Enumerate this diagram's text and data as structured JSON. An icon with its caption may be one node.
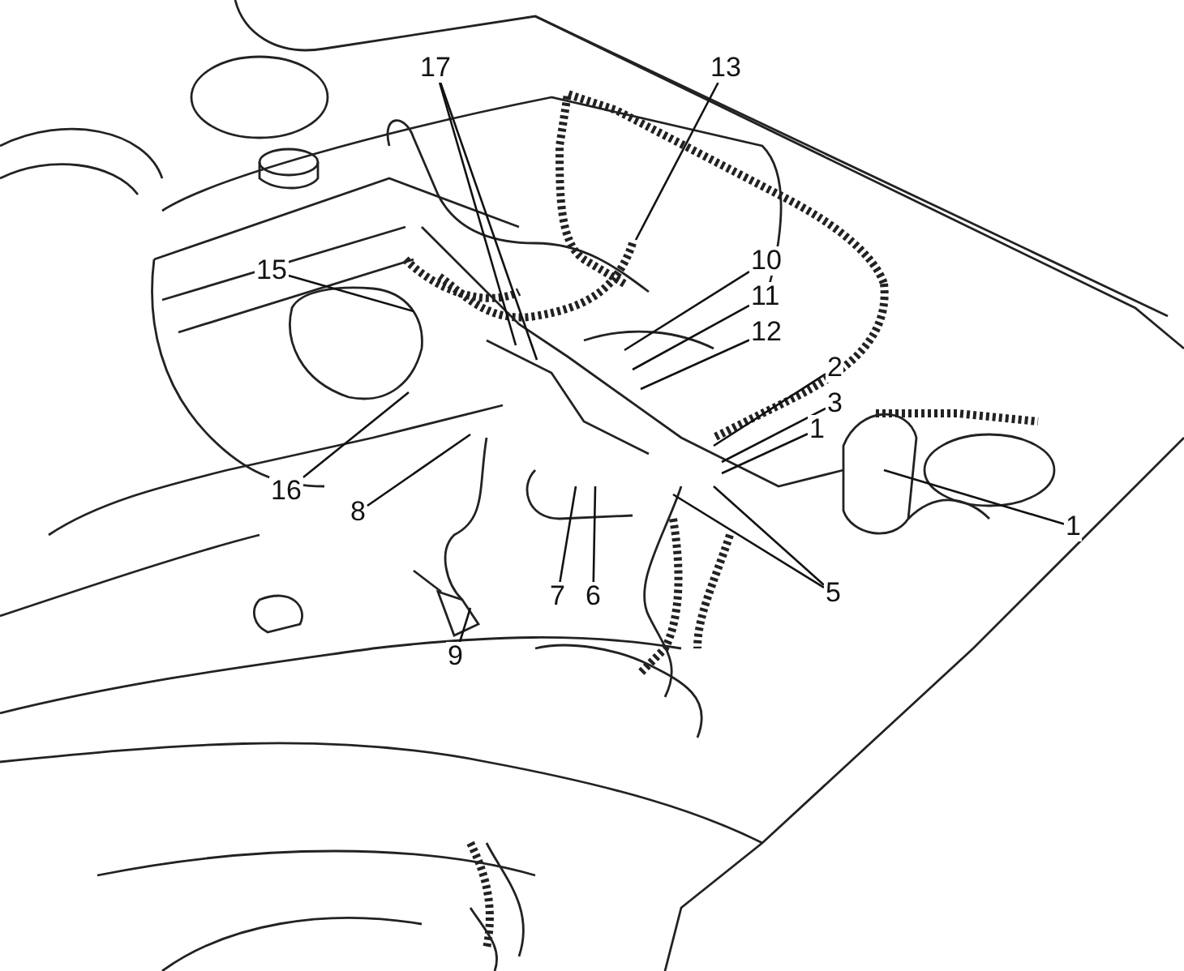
{
  "diagram": {
    "nodes": [
      {
        "text": [
          "17"
        ]
      },
      {
        "text": [
          "13"
        ]
      },
      {
        "text": [
          "15"
        ]
      },
      {
        "text": [
          "10"
        ]
      },
      {
        "text": [
          "11"
        ]
      },
      {
        "text": [
          "12"
        ]
      },
      {
        "text": [
          "2"
        ]
      },
      {
        "text": [
          "3"
        ]
      },
      {
        "text": [
          "1"
        ]
      },
      {
        "text": [
          "16"
        ]
      },
      {
        "text": [
          "8"
        ]
      },
      {
        "text": [
          "1"
        ]
      },
      {
        "text": [
          "5"
        ]
      },
      {
        "text": [
          "7"
        ]
      },
      {
        "text": [
          "6"
        ]
      },
      {
        "text": [
          "9"
        ]
      }
    ],
    "edges": [
      {
        "from": 0,
        "to": null,
        "arrow": "none"
      },
      {
        "from": 0,
        "to": null,
        "arrow": "none"
      },
      {
        "from": 1,
        "to": null,
        "arrow": "none"
      },
      {
        "from": 2,
        "to": null,
        "arrow": "none"
      },
      {
        "from": 3,
        "to": null,
        "arrow": "none"
      },
      {
        "from": 4,
        "to": null,
        "arrow": "none"
      },
      {
        "from": 5,
        "to": null,
        "arrow": "none"
      },
      {
        "from": 6,
        "to": null,
        "arrow": "none"
      },
      {
        "from": 7,
        "to": null,
        "arrow": "none"
      },
      {
        "from": 8,
        "to": null,
        "arrow": "none"
      },
      {
        "from": 9,
        "to": null,
        "arrow": "none"
      },
      {
        "from": 10,
        "to": null,
        "arrow": "none"
      },
      {
        "from": 11,
        "to": null,
        "arrow": "none"
      },
      {
        "from": 12,
        "to": null,
        "arrow": "none"
      },
      {
        "from": 12,
        "to": null,
        "arrow": "none"
      },
      {
        "from": 13,
        "to": null,
        "arrow": "none"
      },
      {
        "from": 14,
        "to": null,
        "arrow": "none"
      },
      {
        "from": 15,
        "to": null,
        "arrow": "none"
      }
    ]
  }
}
